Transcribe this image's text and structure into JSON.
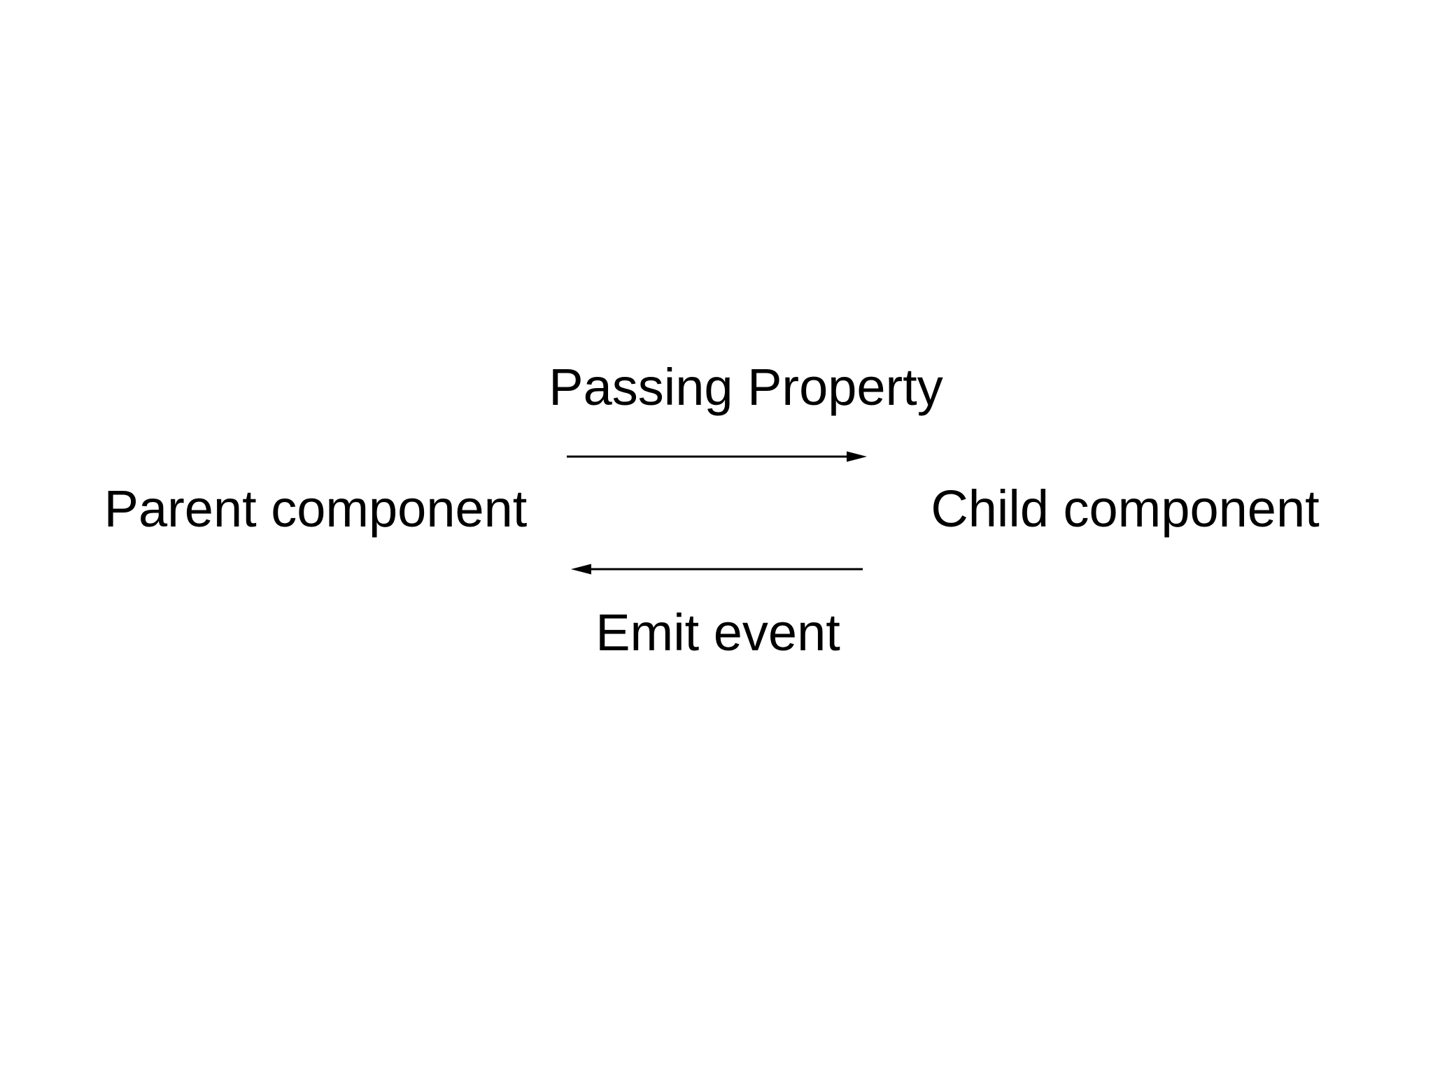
{
  "diagram": {
    "nodes": [
      {
        "id": "parent-component",
        "label": "Parent component"
      },
      {
        "id": "child-component",
        "label": "Child component"
      }
    ],
    "edges": [
      {
        "id": "passing-property",
        "label": "Passing Property",
        "from": "parent-component",
        "to": "child-component",
        "direction": "left-to-right"
      },
      {
        "id": "emit-event",
        "label": "Emit event",
        "from": "child-component",
        "to": "parent-component",
        "direction": "right-to-left"
      }
    ],
    "colors": {
      "background": "#ffffff",
      "text": "#000000",
      "arrow": "#000000"
    }
  }
}
